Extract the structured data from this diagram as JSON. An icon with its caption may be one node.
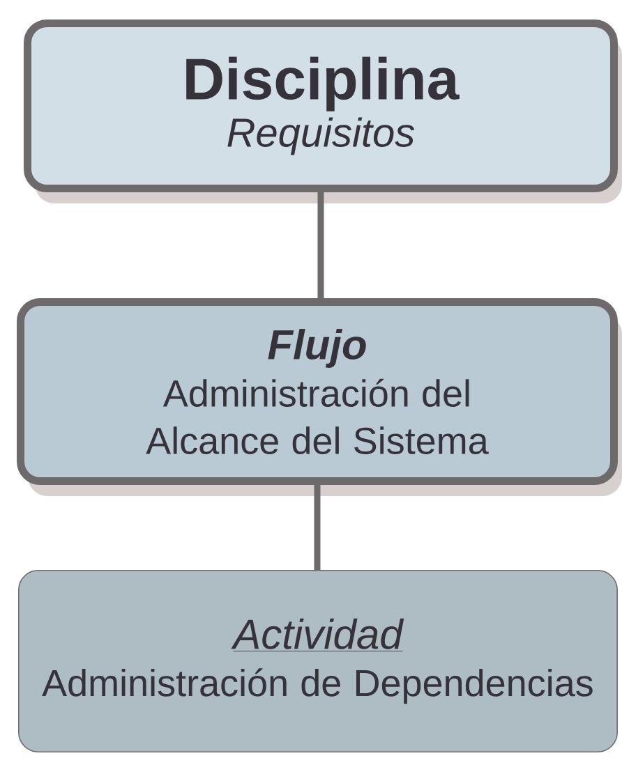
{
  "diagram": {
    "nodes": [
      {
        "text": [
          "Disciplina",
          "Requisitos"
        ]
      },
      {
        "text": [
          "Flujo",
          "Administración del Alcance del Sistema"
        ]
      },
      {
        "text": [
          "Actividad",
          "Administración de Dependencias"
        ]
      }
    ],
    "edges": [
      {
        "from": 0,
        "to": 1,
        "arrow": "none"
      },
      {
        "from": 1,
        "to": 2,
        "arrow": "none"
      }
    ]
  }
}
